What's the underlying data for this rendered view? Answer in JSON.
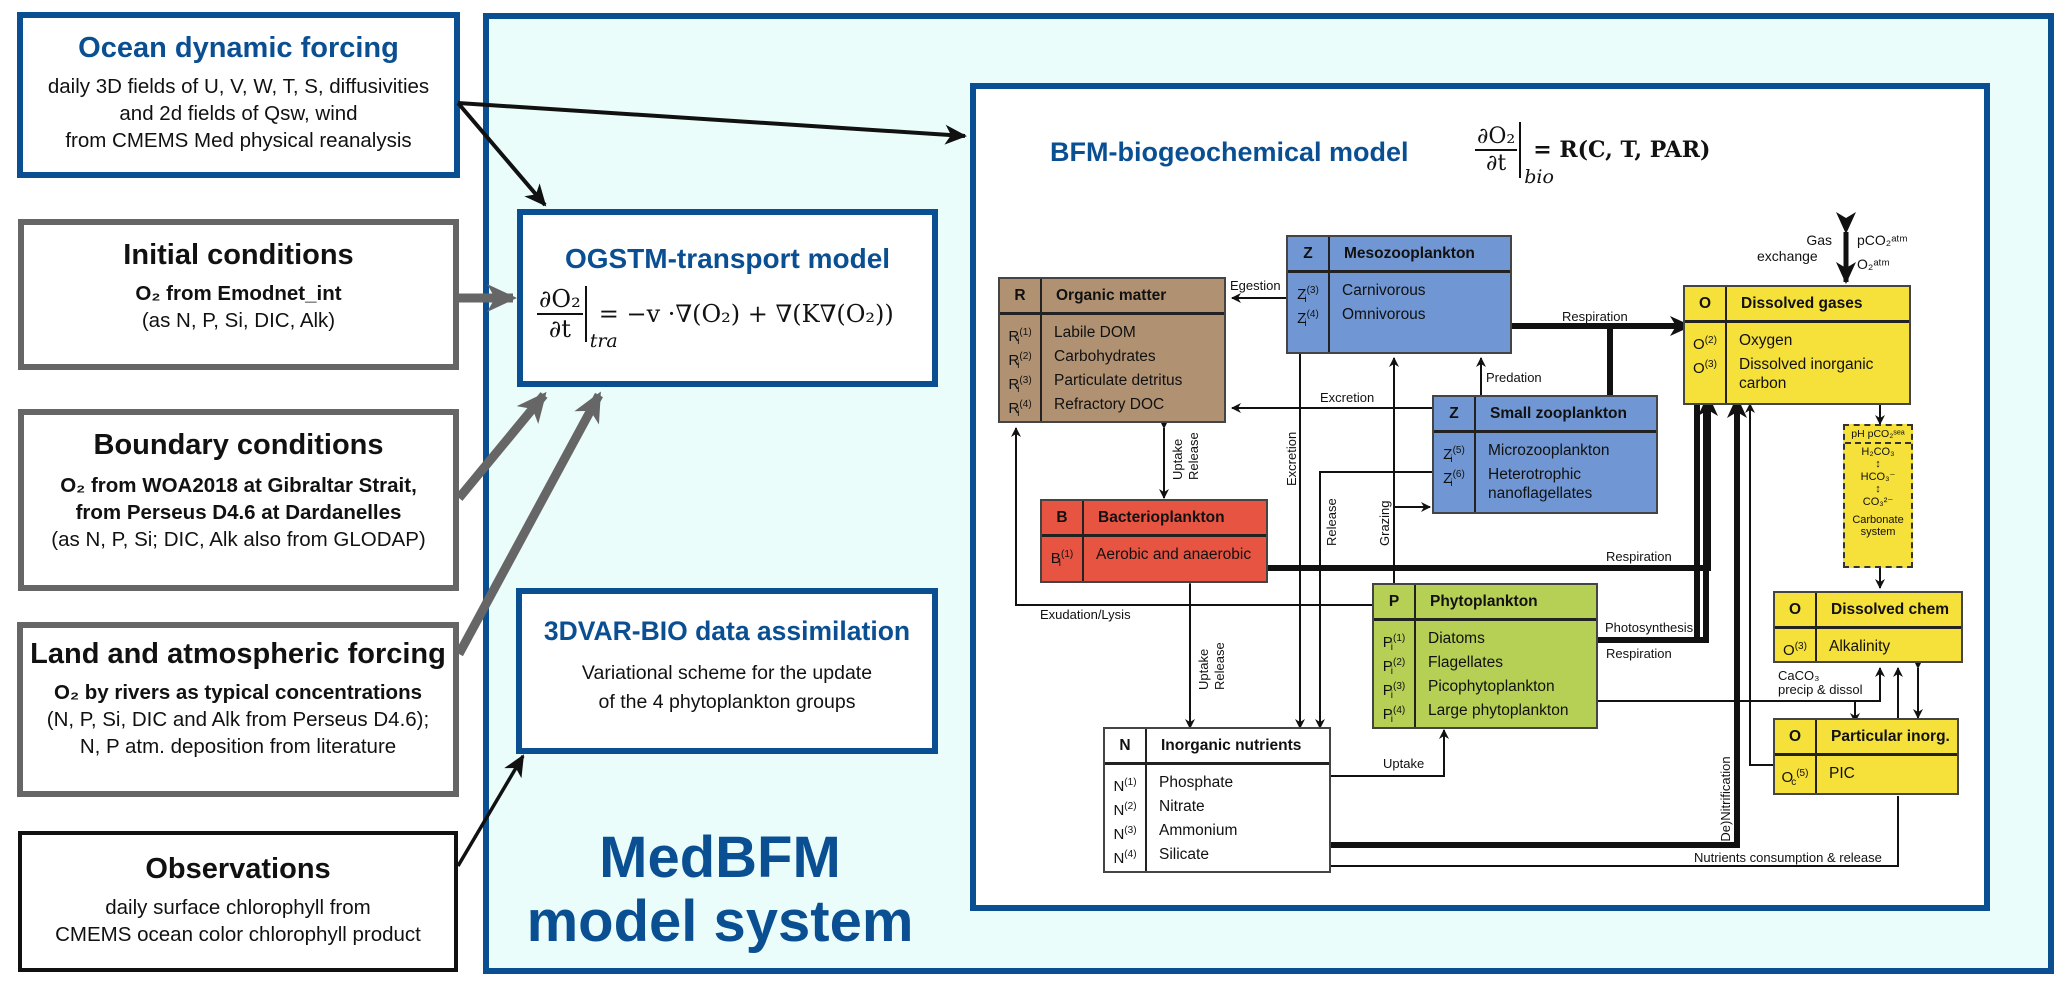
{
  "inputs": {
    "ocean_forcing": {
      "title": "Ocean dynamic forcing",
      "lines": [
        "daily 3D fields of U, V, W, T, S, diffusivities",
        "and 2d fields of Qsw, wind",
        "from CMEMS Med physical reanalysis"
      ]
    },
    "initial_conditions": {
      "title": "Initial conditions",
      "bold_line": "O₂ from Emodnet_int",
      "lines": [
        "(as N, P, Si, DIC, Alk)"
      ]
    },
    "boundary_conditions": {
      "title": "Boundary conditions",
      "bold_lines": [
        "O₂ from WOA2018 at Gibraltar Strait,",
        "from Perseus D4.6 at Dardanelles"
      ],
      "lines": [
        "(as N, P, Si; DIC, Alk also from GLODAP)"
      ]
    },
    "land_atm_forcing": {
      "title": "Land and atmospheric forcing",
      "bold_line": "O₂ by rivers as typical concentrations",
      "lines": [
        "(N, P, Si, DIC and Alk from Perseus D4.6);",
        "N, P atm. deposition from literature"
      ]
    },
    "observations": {
      "title": "Observations",
      "lines": [
        "daily surface chlorophyll from",
        "CMEMS ocean color chlorophyll product"
      ]
    }
  },
  "system": {
    "title_line1": "MedBFM",
    "title_line2": "model system",
    "ogstm": {
      "title": "OGSTM-transport model",
      "eq_num": "∂O₂",
      "eq_den": "∂t",
      "eq_sub": "tra",
      "eq_rhs": "= −v ·∇(O₂) + ∇(K∇(O₂))"
    },
    "assim": {
      "title": "3DVAR-BIO data assimilation",
      "lines": [
        "Variational scheme for the update",
        "of the 4 phytoplankton groups"
      ]
    },
    "bfm": {
      "title": "BFM-biogeochemical model",
      "eq_num": "∂O₂",
      "eq_den": "∂t",
      "eq_sub": "bio",
      "eq_rhs": "= R(C, T, PAR)"
    }
  },
  "bfm_tables": {
    "organic": {
      "symbol": "R",
      "name": "Organic matter",
      "color": "#b09273",
      "rows": [
        {
          "sym": "R",
          "sub": "i",
          "sup": "(1)",
          "name": "Labile DOM"
        },
        {
          "sym": "R",
          "sub": "i",
          "sup": "(2)",
          "name": "Carbohydrates"
        },
        {
          "sym": "R",
          "sub": "i",
          "sup": "(3)",
          "name": "Particulate detritus"
        },
        {
          "sym": "R",
          "sub": "i",
          "sup": "(4)",
          "name": "Refractory DOC"
        }
      ]
    },
    "mesozoo": {
      "symbol": "Z",
      "name": "Mesozooplankton",
      "color": "#7097d3",
      "rows": [
        {
          "sym": "Z",
          "sub": "i",
          "sup": "(3)",
          "name": "Carnivorous"
        },
        {
          "sym": "Z",
          "sub": "i",
          "sup": "(4)",
          "name": "Omnivorous"
        }
      ]
    },
    "smallzoo": {
      "symbol": "Z",
      "name": "Small zooplankton",
      "color": "#7097d3",
      "rows": [
        {
          "sym": "Z",
          "sub": "i",
          "sup": "(5)",
          "name": "Microzooplankton"
        },
        {
          "sym": "Z",
          "sub": "i",
          "sup": "(6)",
          "name": "Heterotrophic"
        },
        {
          "sym": "",
          "sub": "",
          "sup": "",
          "name": "nanoflagellates"
        }
      ]
    },
    "bacterio": {
      "symbol": "B",
      "name": "Bacterioplankton",
      "color": "#e85442",
      "rows": [
        {
          "sym": "B",
          "sub": "i",
          "sup": "(1)",
          "name": "Aerobic and anaerobic"
        }
      ]
    },
    "phyto": {
      "symbol": "P",
      "name": "Phytoplankton",
      "color": "#b6cf55",
      "rows": [
        {
          "sym": "P",
          "sub": "i",
          "sup": "(1)",
          "name": "Diatoms"
        },
        {
          "sym": "P",
          "sub": "i",
          "sup": "(2)",
          "name": "Flagellates"
        },
        {
          "sym": "P",
          "sub": "i",
          "sup": "(3)",
          "name": "Picophytoplankton"
        },
        {
          "sym": "P",
          "sub": "i",
          "sup": "(4)",
          "name": "Large phytoplankton"
        }
      ]
    },
    "nutrients": {
      "symbol": "N",
      "name": "Inorganic nutrients",
      "color": "#ffffff",
      "rows": [
        {
          "sym": "N",
          "sub": "",
          "sup": "(1)",
          "name": "Phosphate"
        },
        {
          "sym": "N",
          "sub": "",
          "sup": "(2)",
          "name": "Nitrate"
        },
        {
          "sym": "N",
          "sub": "",
          "sup": "(3)",
          "name": "Ammonium"
        },
        {
          "sym": "N",
          "sub": "",
          "sup": "(4)",
          "name": "Silicate"
        }
      ]
    },
    "gases": {
      "symbol": "O",
      "name": "Dissolved gases",
      "color": "#f6e03a",
      "rows": [
        {
          "sym": "O",
          "sub": "",
          "sup": "(2)",
          "name": "Oxygen"
        },
        {
          "sym": "O",
          "sub": "",
          "sup": "(3)",
          "name": "Dissolved inorganic"
        },
        {
          "sym": "",
          "sub": "",
          "sup": "",
          "name": "carbon"
        }
      ]
    },
    "chem": {
      "symbol": "O",
      "name": "Dissolved chem",
      "color": "#f6e03a",
      "rows": [
        {
          "sym": "O",
          "sub": "",
          "sup": "(3)",
          "name": "Alkalinity"
        }
      ]
    },
    "pic": {
      "symbol": "O",
      "name": "Particular inorg.",
      "color": "#f6e03a",
      "rows": [
        {
          "sym": "O",
          "sub": "c",
          "sup": "(5)",
          "name": "PIC"
        }
      ]
    }
  },
  "carbonate": {
    "top": "pH  pCO₂ˢᵉᵃ",
    "lines": [
      "H₂CO₃",
      "↕",
      "HCO₃⁻",
      "↕",
      "CO₃²⁻",
      "Carbonate",
      "system"
    ]
  },
  "gas_exchange": {
    "label1": "Gas",
    "label2": "exchange",
    "pco2": "pCO₂ᵃᵗᵐ",
    "o2": "O₂ᵃᵗᵐ"
  },
  "flux_labels": {
    "egestion": "Egestion",
    "excretion_h": "Excretion",
    "excretion_v": "Excretion",
    "respiration_meso": "Respiration",
    "predation": "Predation",
    "uptake_release_1a": "Uptake",
    "uptake_release_1b": "Release",
    "release": "Release",
    "grazing": "Grazing",
    "respiration_bact": "Respiration",
    "exudation": "Exudation/Lysis",
    "photosynthesis": "Photosynthesis",
    "respiration_phyto": "Respiration",
    "uptake_release_2a": "Uptake",
    "uptake_release_2b": "Release",
    "uptake": "Uptake",
    "caco3_1": "CaCO₃",
    "caco3_2": "precip & dissol",
    "denitrification": "(De)Nitrification",
    "nutrients_cons": "Nutrients consumption & release"
  },
  "colors": {
    "brand_blue": "#0b4f93",
    "system_bg": "#eafdfb",
    "grey_arrow": "#666666"
  }
}
